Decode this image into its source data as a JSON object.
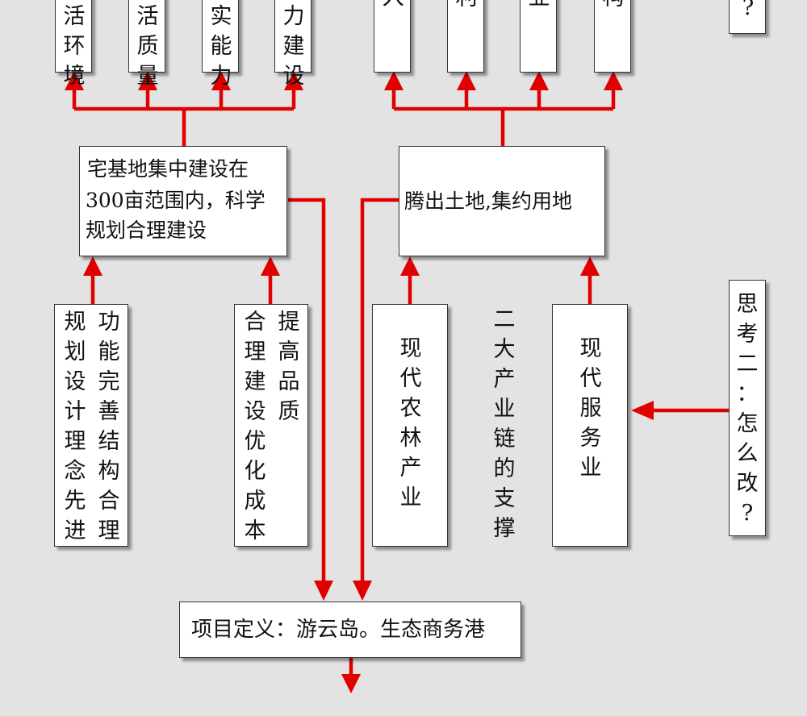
{
  "top_cut_boxes": {
    "b1": [
      "活",
      "环",
      "境"
    ],
    "b2": [
      "活",
      "质",
      "量"
    ],
    "b3": [
      "实",
      "能",
      "力"
    ],
    "b4": [
      "力",
      "建",
      "设"
    ],
    "b5": [
      "入"
    ],
    "b6": [
      "利"
    ],
    "b7": [
      "业"
    ],
    "b8": [
      "构"
    ],
    "b9": [
      "?"
    ]
  },
  "center_left": {
    "lines": [
      "宅基地集中建设在",
      "300亩范围内，科学",
      "规划合理建设"
    ]
  },
  "center_right": {
    "text": "腾出土地,集约用地"
  },
  "planning_box": {
    "col_left": "规划设计理念先进",
    "col_right": "功能完善结构合理"
  },
  "quality_box": {
    "col_left": "合理建设优化成本",
    "col_right": "提高品质"
  },
  "agri_box": {
    "text": "现代农林产业"
  },
  "chain_label": {
    "text": "二大产业链的支撑"
  },
  "service_box": {
    "text": "现代服务业"
  },
  "think_two": {
    "text": "思考二：怎么改?"
  },
  "project_def": {
    "text": "项目定义：游云岛。生态商务港"
  },
  "colors": {
    "arrow": "#e00000",
    "background": "#e3e3e3",
    "box": "#ffffff",
    "border": "#333333"
  }
}
